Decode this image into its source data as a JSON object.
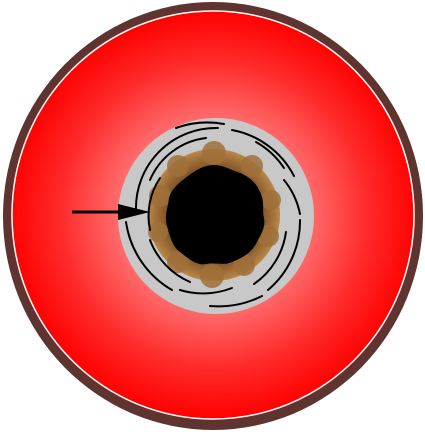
{
  "diagram": {
    "description_labels": [],
    "colors": {
      "background": "#ffffff",
      "outer_rim": "#5e3430",
      "rim_highlight": "#ffffff",
      "body_outer": "#ff0000",
      "body_inner": "#ff9a9a",
      "halo": "#c8c8c8",
      "wall_ring": "#8b5a2b",
      "wall_blob": "#a0703a",
      "lumen": "#000000",
      "contour_lines": "#000000",
      "arrow": "#000000"
    },
    "parts": [
      "outer-rim",
      "red-body",
      "gray-halo",
      "brown-wall",
      "black-lumen",
      "swirl-lines",
      "pointer-arrow"
    ]
  }
}
